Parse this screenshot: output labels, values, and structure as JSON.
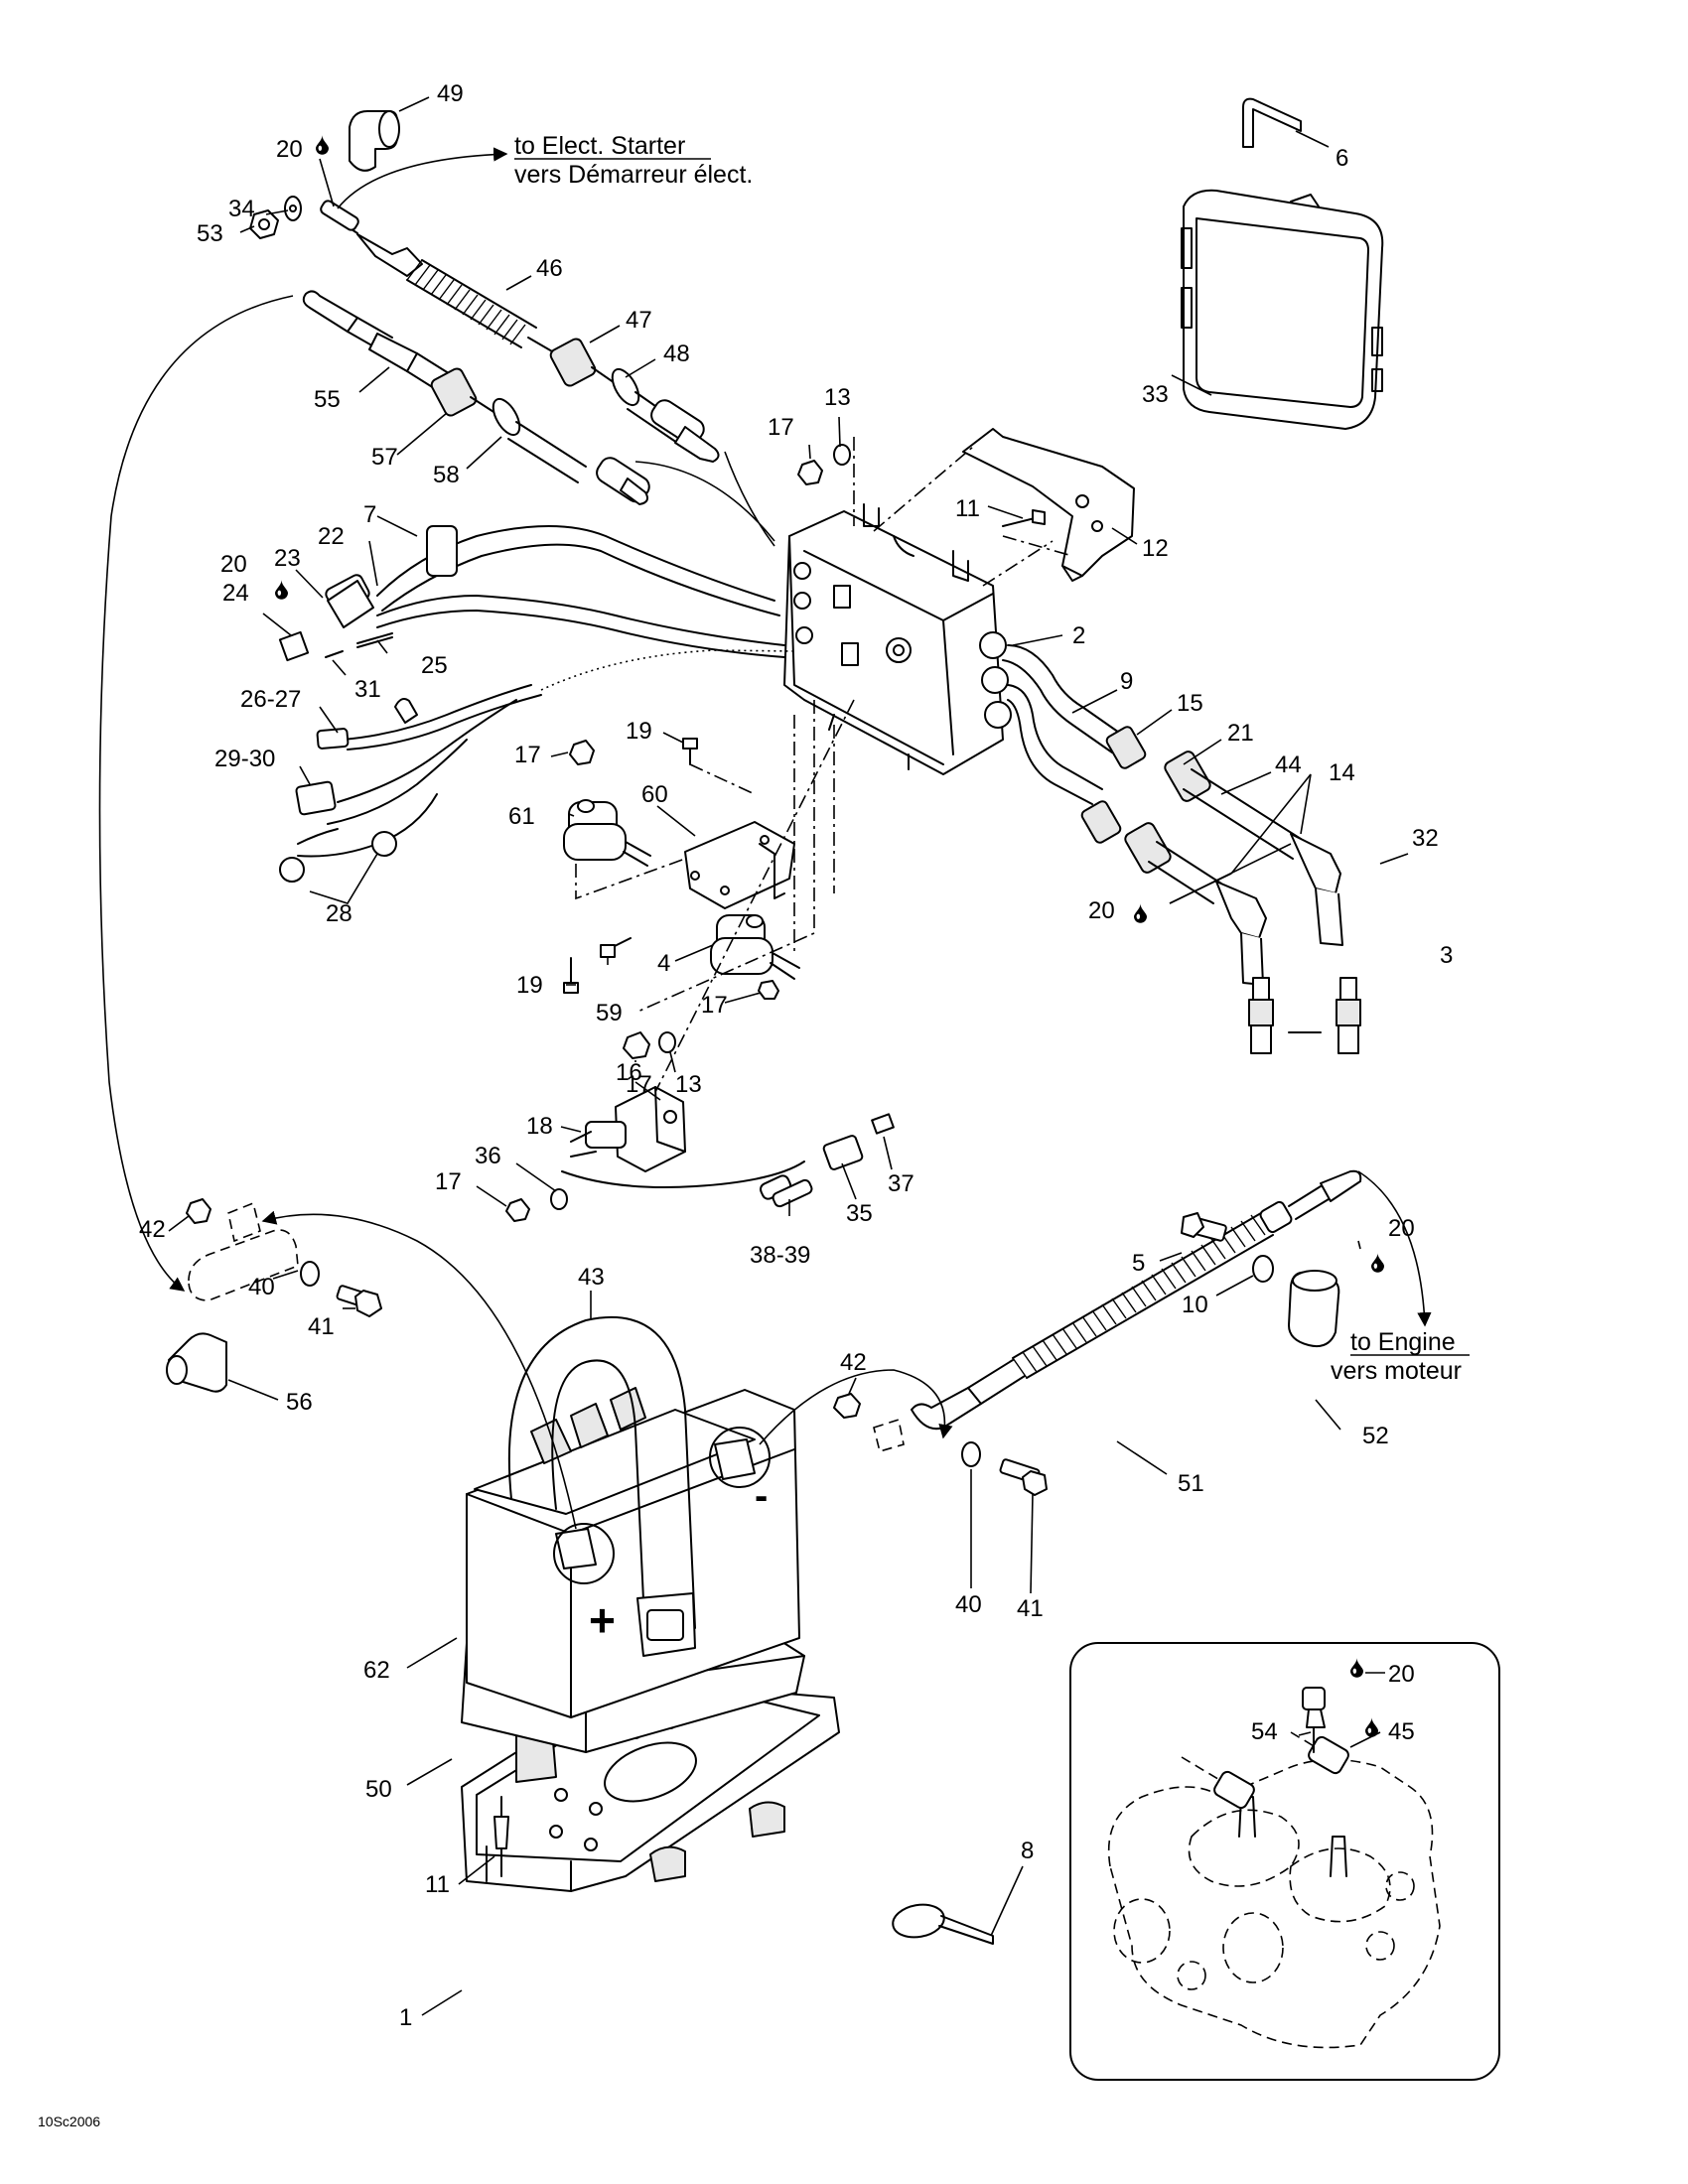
{
  "drawing_number": "10Sc2006",
  "notes": {
    "starter_en": "to Elect. Starter",
    "starter_fr": "vers Démarreur élect.",
    "engine_en": "to Engine",
    "engine_fr": "vers moteur"
  },
  "battery_signs": {
    "positive": "+",
    "negative": "-"
  },
  "callouts": {
    "c49": "49",
    "c20a": "20",
    "c34": "34",
    "c53": "53",
    "c46": "46",
    "c47": "47",
    "c48": "48",
    "c55": "55",
    "c57": "57",
    "c58": "58",
    "c6": "6",
    "c33": "33",
    "c17a": "17",
    "c13a": "13",
    "c11a": "11",
    "c12": "12",
    "c7": "7",
    "c22": "22",
    "c20b": "20",
    "c23": "23",
    "c24": "24",
    "c25": "25",
    "c31": "31",
    "c2": "2",
    "c9": "9",
    "c15": "15",
    "c21": "21",
    "c44": "44",
    "c14": "14",
    "c32": "32",
    "c26_27": "26-27",
    "c29_30": "29-30",
    "c28": "28",
    "c17b": "17",
    "c19a": "19",
    "c60": "60",
    "c61": "61",
    "c20c": "20",
    "c3": "3",
    "c4": "4",
    "c19b": "19",
    "c59": "59",
    "c17c": "17",
    "c17d": "17",
    "c13b": "13",
    "c16": "16",
    "c18": "18",
    "c36": "36",
    "c17e": "17",
    "c37": "37",
    "c35": "35",
    "c38_39": "38-39",
    "c42a": "42",
    "c40a": "40",
    "c41a": "41",
    "c56": "56",
    "c43": "43",
    "c5": "5",
    "c20d": "20",
    "c10": "10",
    "c52": "52",
    "c51": "51",
    "c42b": "42",
    "c40b": "40",
    "c41b": "41",
    "c62": "62",
    "c50": "50",
    "c11b": "11",
    "c1": "1",
    "c8": "8",
    "c20e": "20",
    "c54": "54",
    "c45": "45"
  },
  "colors": {
    "line": "#000000",
    "background": "#ffffff",
    "part_shade": "#e8e8e8"
  }
}
